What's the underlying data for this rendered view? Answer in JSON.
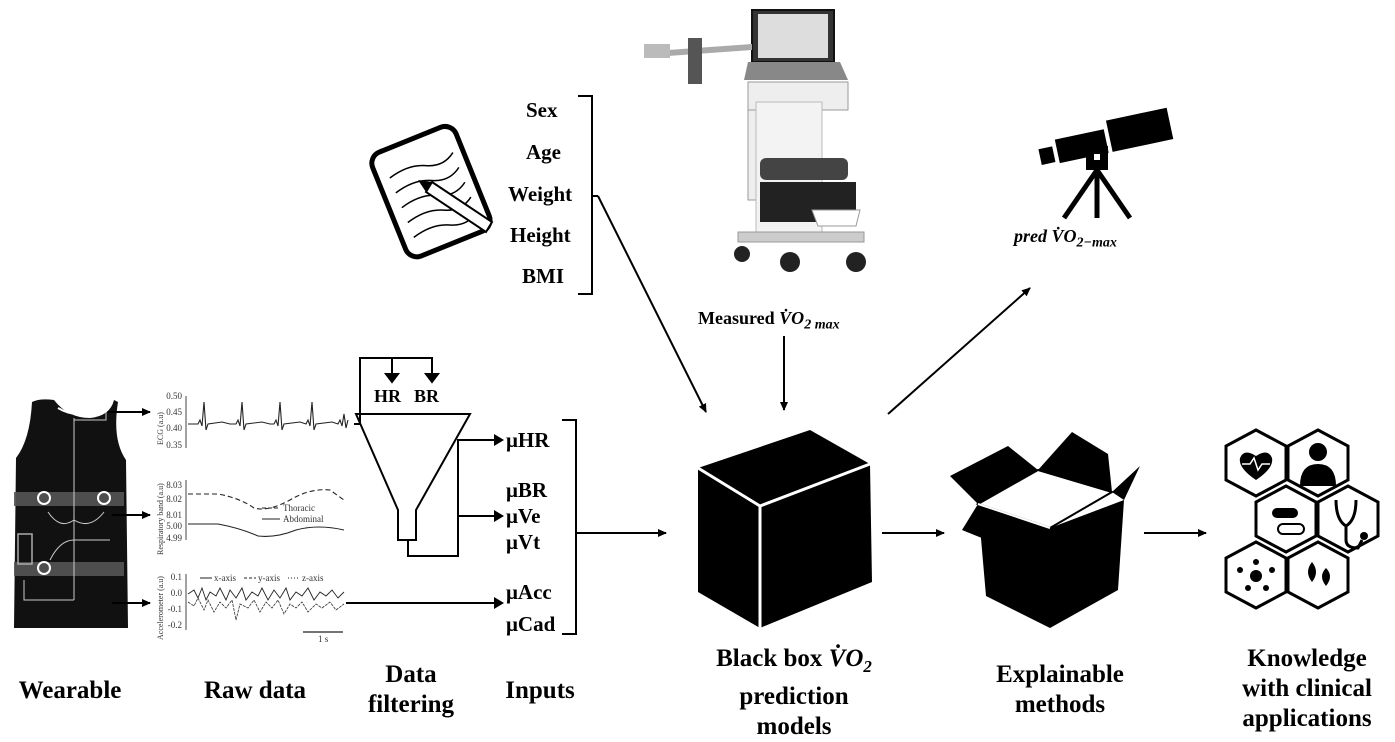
{
  "stages": {
    "wearable": "Wearable",
    "raw_data": "Raw data",
    "data_filtering": "Data\nfiltering",
    "inputs": "Inputs",
    "black_box_prefix": "Black box ",
    "black_box_suffix": "prediction\nmodels",
    "explainable": "Explainable\nmethods",
    "knowledge": "Knowledge\nwith clinical\napplications"
  },
  "vo2": {
    "symbol": "V̇O",
    "sub": "2",
    "measured_prefix": "Measured ",
    "measured_sub": "2 max",
    "pred_prefix": "pred ",
    "pred_sub": "2−max"
  },
  "demographics": [
    "Sex",
    "Age",
    "Weight",
    "Height",
    "BMI"
  ],
  "filter_labels": [
    "HR",
    "BR"
  ],
  "inputs": [
    "μHR",
    "μBR",
    "μVe",
    "μVt",
    "μAcc",
    "μCad"
  ],
  "plots": {
    "ecg": {
      "ylabel": "ECG (a.u)",
      "ticks": [
        "0.50",
        "0.45",
        "0.40",
        "0.35"
      ]
    },
    "resp": {
      "ylabel": "Respiratory band (a.u)",
      "ticks": [
        "8.03",
        "8.02",
        "8.01",
        "5.00",
        "4.99"
      ],
      "legend": [
        "Thoracic",
        "Abdominal"
      ]
    },
    "acc": {
      "ylabel": "Accelerometer (a.u)",
      "ticks": [
        "0.1",
        "0.0",
        "-0.1",
        "-0.2"
      ],
      "legend": [
        "x-axis",
        "y-axis",
        "z-axis"
      ],
      "scale": "1 s"
    }
  }
}
